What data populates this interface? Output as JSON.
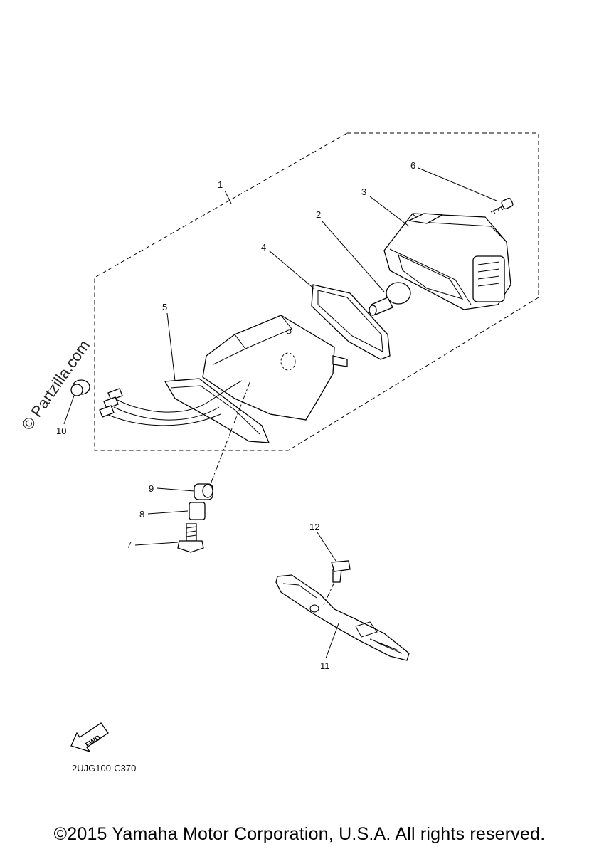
{
  "callouts": {
    "c1": "1",
    "c2": "2",
    "c3": "3",
    "c4": "4",
    "c5": "5",
    "c6": "6",
    "c7": "7",
    "c8": "8",
    "c9": "9",
    "c10": "10",
    "c11": "11",
    "c12": "12"
  },
  "watermark": "© Partzilla.com",
  "fwd_label": "FWD",
  "diagram_code": "2UJG100-C370",
  "copyright": "©2015 Yamaha Motor Corporation, U.S.A. All rights reserved."
}
